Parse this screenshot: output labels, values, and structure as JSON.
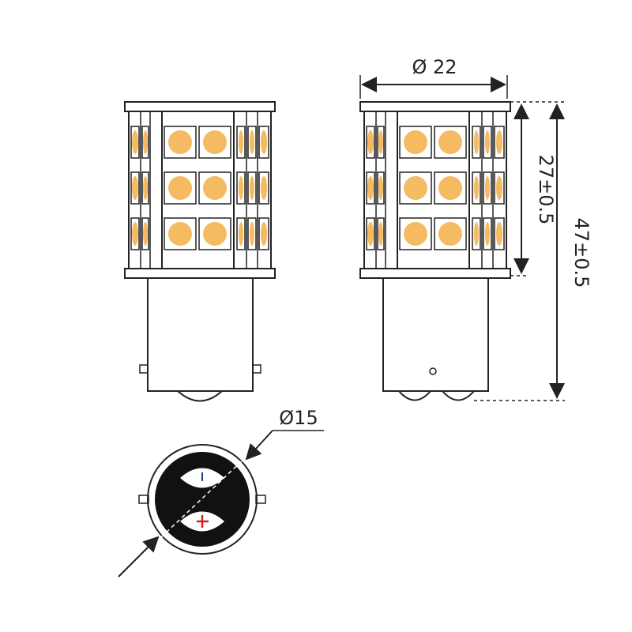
{
  "dimensions": {
    "diameter_top": "Ø 22",
    "height_led": "27±0.5",
    "height_total": "47±0.5",
    "diameter_base": "Ø15"
  },
  "polarity": {
    "negative": "-",
    "positive": "+"
  },
  "colors": {
    "led": "#f5bb62",
    "outline": "#222222",
    "base_disc": "#111111",
    "negative_mark": "#1a3a8f",
    "positive_mark": "#d42020"
  }
}
